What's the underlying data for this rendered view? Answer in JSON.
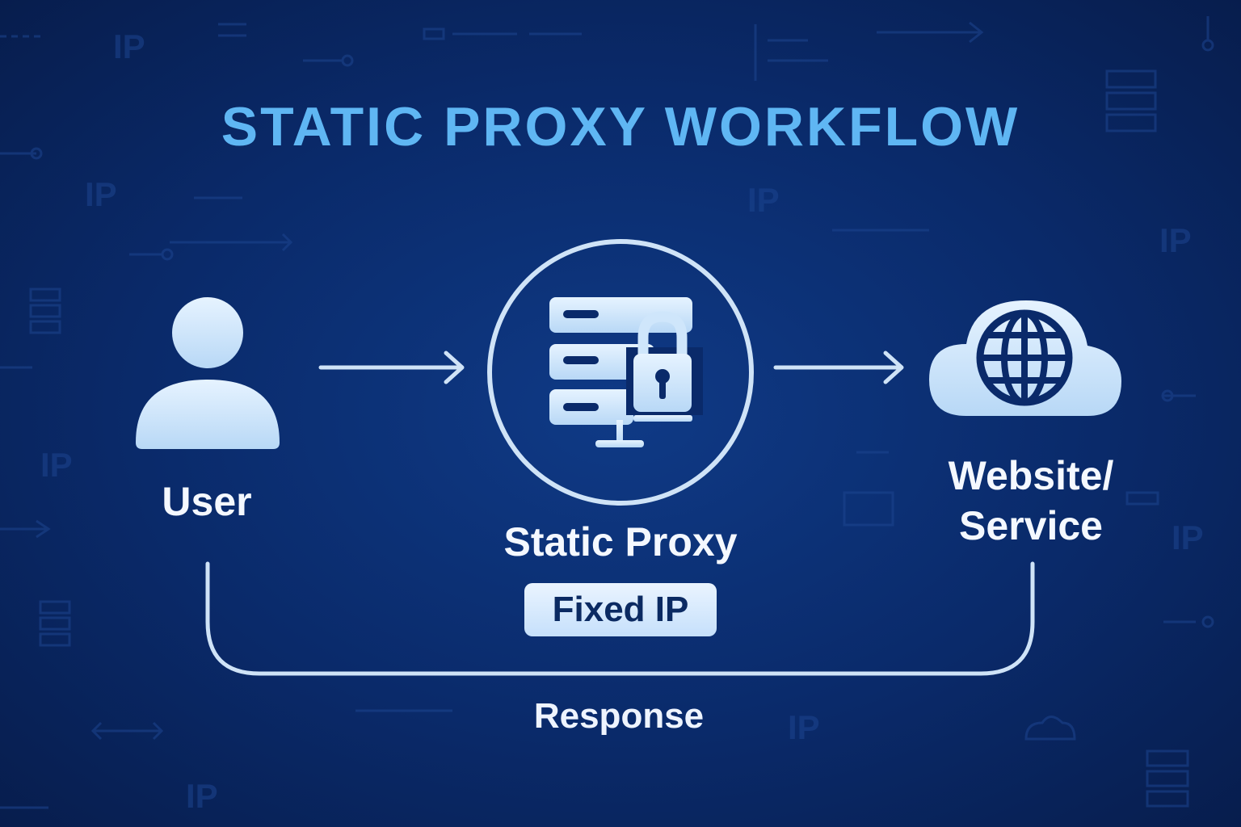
{
  "title": "STATIC PROXY WORKFLOW",
  "nodes": {
    "user": {
      "label": "User",
      "icon": "user-icon"
    },
    "proxy": {
      "label": "Static Proxy",
      "icon": "server-lock-icon",
      "badge": "Fixed IP"
    },
    "website": {
      "label_line1": "Website/",
      "label_line2": "Service",
      "icon": "cloud-globe-icon"
    }
  },
  "response": {
    "label": "Response"
  },
  "background": {
    "watermark_text": "IP"
  },
  "colors": {
    "background": "#0a2a6a",
    "title": "#5fb6f3",
    "icon_fill": "#cfe6fb",
    "line": "#cfe3f7",
    "text": "#f4f8ff"
  }
}
